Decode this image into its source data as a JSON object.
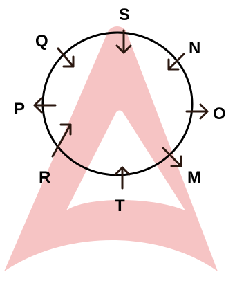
{
  "diagram": {
    "colors": {
      "ink": "#000000",
      "arrow": "#2b1810",
      "watermark": "#f6c4c4"
    },
    "watermark": {
      "icon": "triangle-logo-watermark"
    },
    "circle": {
      "icon": "circle-outline"
    },
    "people": [
      {
        "label": "S",
        "arrow": "down"
      },
      {
        "label": "N",
        "arrow": "down-left"
      },
      {
        "label": "O",
        "arrow": "right"
      },
      {
        "label": "M",
        "arrow": "down-right"
      },
      {
        "label": "T",
        "arrow": "up"
      },
      {
        "label": "R",
        "arrow": "up-right"
      },
      {
        "label": "P",
        "arrow": "left"
      },
      {
        "label": "Q",
        "arrow": "down-right"
      }
    ]
  }
}
